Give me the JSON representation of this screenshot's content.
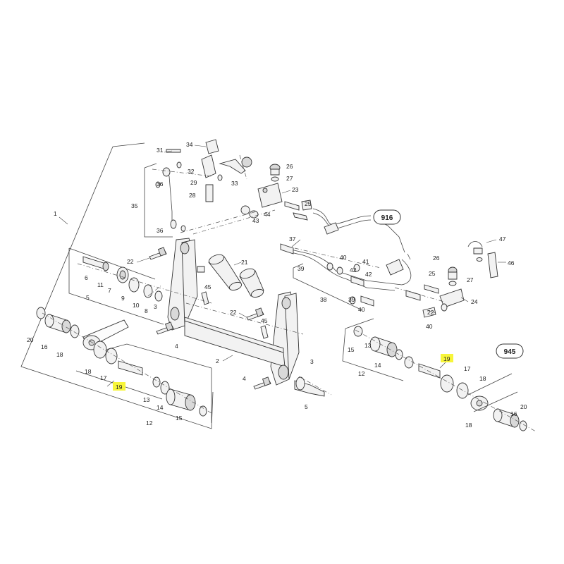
{
  "reference_boxes": [
    {
      "id": "ref-916",
      "text": "916"
    },
    {
      "id": "ref-945",
      "text": "945"
    }
  ],
  "highlight_color": "#f7f53a",
  "callouts": [
    "1",
    "2",
    "3",
    "3",
    "4",
    "4",
    "5",
    "5",
    "6",
    "7",
    "8",
    "9",
    "10",
    "11",
    "12",
    "12",
    "13",
    "13",
    "14",
    "14",
    "15",
    "15",
    "16",
    "16",
    "17",
    "17",
    "18",
    "18",
    "18",
    "18",
    "19",
    "19",
    "20",
    "20",
    "21",
    "22",
    "22",
    "22",
    "23",
    "24",
    "25",
    "25",
    "26",
    "26",
    "27",
    "27",
    "28",
    "29",
    "31",
    "32",
    "33",
    "34",
    "35",
    "36",
    "36",
    "37",
    "38",
    "39",
    "39",
    "40",
    "40",
    "40",
    "41",
    "42",
    "42",
    "43",
    "44",
    "45",
    "45",
    "46",
    "47"
  ],
  "highlighted_callouts": [
    "19"
  ]
}
